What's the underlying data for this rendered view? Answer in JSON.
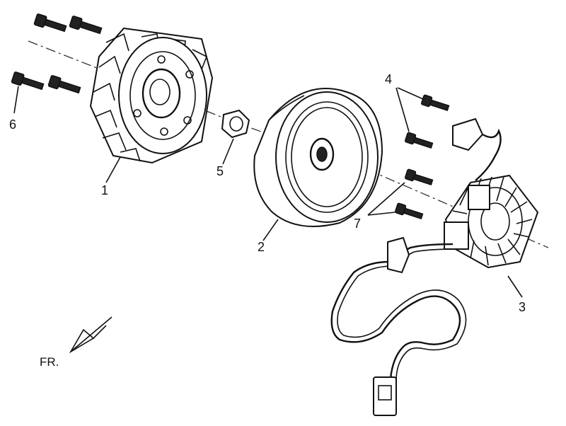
{
  "callouts": {
    "c1": "1",
    "c2": "2",
    "c3": "3",
    "c4": "4",
    "c5": "5",
    "c6": "6",
    "c7": "7"
  },
  "direction_label": "FR.",
  "parts": [
    {
      "ref": "1",
      "icon": "flywheel-icon"
    },
    {
      "ref": "2",
      "icon": "rotor-ring-icon"
    },
    {
      "ref": "3",
      "icon": "stator-coil-icon"
    },
    {
      "ref": "4",
      "icon": "bolt-icon"
    },
    {
      "ref": "5",
      "icon": "nut-icon"
    },
    {
      "ref": "6",
      "icon": "bolt-icon"
    },
    {
      "ref": "7",
      "icon": "bolt-icon"
    }
  ]
}
